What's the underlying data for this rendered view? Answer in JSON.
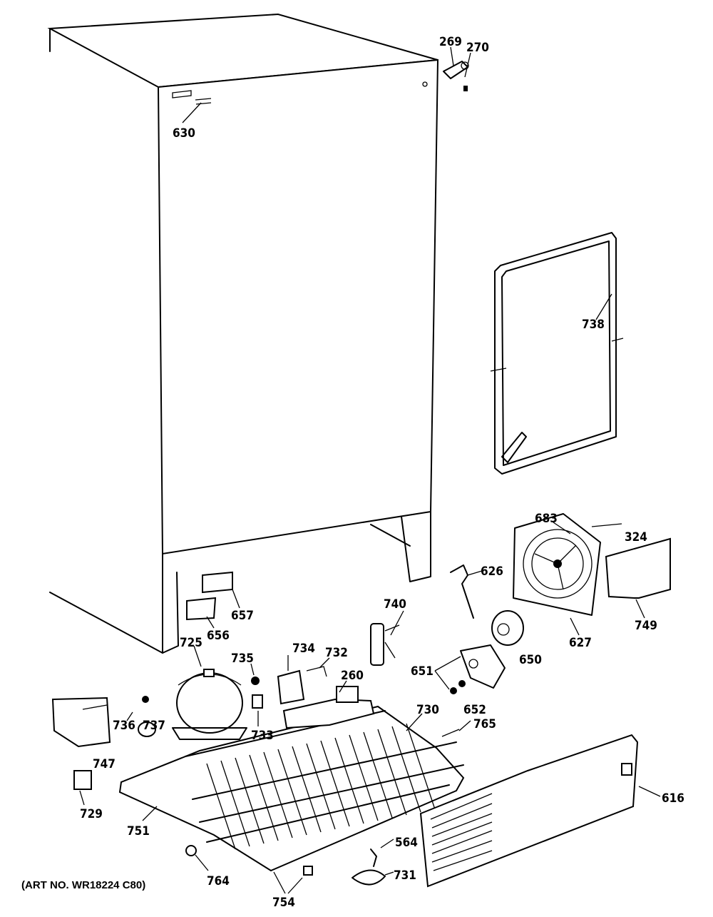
{
  "art_number": "(ART NO. WR18224 C80)",
  "callouts": [
    {
      "id": "c269",
      "text": "269"
    },
    {
      "id": "c270",
      "text": "270"
    },
    {
      "id": "c630",
      "text": "630"
    },
    {
      "id": "c738",
      "text": "738"
    },
    {
      "id": "c683",
      "text": "683"
    },
    {
      "id": "c324",
      "text": "324"
    },
    {
      "id": "c626",
      "text": "626"
    },
    {
      "id": "c657",
      "text": "657"
    },
    {
      "id": "c656",
      "text": "656"
    },
    {
      "id": "c740",
      "text": "740"
    },
    {
      "id": "c627",
      "text": "627"
    },
    {
      "id": "c749",
      "text": "749"
    },
    {
      "id": "c725",
      "text": "725"
    },
    {
      "id": "c735",
      "text": "735"
    },
    {
      "id": "c734",
      "text": "734"
    },
    {
      "id": "c732",
      "text": "732"
    },
    {
      "id": "c260",
      "text": "260"
    },
    {
      "id": "c651",
      "text": "651"
    },
    {
      "id": "c650",
      "text": "650"
    },
    {
      "id": "c652",
      "text": "652"
    },
    {
      "id": "c730",
      "text": "730"
    },
    {
      "id": "c736",
      "text": "736"
    },
    {
      "id": "c737",
      "text": "737"
    },
    {
      "id": "c733",
      "text": "733"
    },
    {
      "id": "c765",
      "text": "765"
    },
    {
      "id": "c747",
      "text": "747"
    },
    {
      "id": "c729",
      "text": "729"
    },
    {
      "id": "c751",
      "text": "751"
    },
    {
      "id": "c616",
      "text": "616"
    },
    {
      "id": "c564",
      "text": "564"
    },
    {
      "id": "c764",
      "text": "764"
    },
    {
      "id": "c731",
      "text": "731"
    },
    {
      "id": "c754",
      "text": "754"
    }
  ]
}
